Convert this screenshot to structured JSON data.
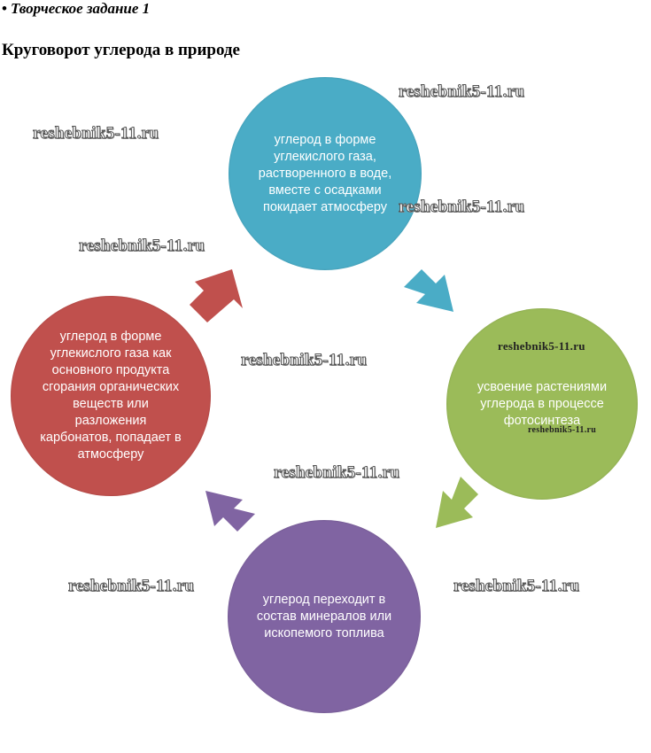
{
  "header": {
    "bullet": "•",
    "task": "Творческое задание 1",
    "title": "Круговорот углерода в природе"
  },
  "diagram": {
    "nodes": [
      {
        "id": "top",
        "text": "углерод в форме углекислого газа, растворенного в воде, вместе с осадками покидает атмосферу",
        "color": "#4aacc6"
      },
      {
        "id": "right",
        "text": "усвоение растениями углерода в процессе фотосинтеза",
        "color": "#9bbb59"
      },
      {
        "id": "bottom",
        "text": "углерод переходит в состав минералов или ископемого топлива",
        "color": "#8064a2"
      },
      {
        "id": "left",
        "text": "углерод в форме углекислого газа как основного продукта сгорания органических веществ или разложения карбонатов, попадает в атмосферу",
        "color": "#c0504d"
      }
    ],
    "arrows": [
      {
        "from": "top",
        "to": "right",
        "color": "#4aacc6"
      },
      {
        "from": "right",
        "to": "bottom",
        "color": "#9bbb59"
      },
      {
        "from": "bottom",
        "to": "left",
        "color": "#8064a2"
      },
      {
        "from": "left",
        "to": "top",
        "color": "#c0504d"
      }
    ]
  },
  "watermarks": {
    "w1": "reshebnik5-11.ru",
    "w2": "reshebnik5-11.ru",
    "w3": "reshebnik5-11.ru",
    "w4": "reshebnik5-11.ru",
    "w5": "reshebnik5-11.ru",
    "w6": "reshebnik5-11.ru",
    "w7": "reshebnik5-11.ru",
    "w8": "reshebnik5-11.ru",
    "w9": "reshebnik5-11.ru",
    "w10": "reshebnik5-11.ru"
  }
}
